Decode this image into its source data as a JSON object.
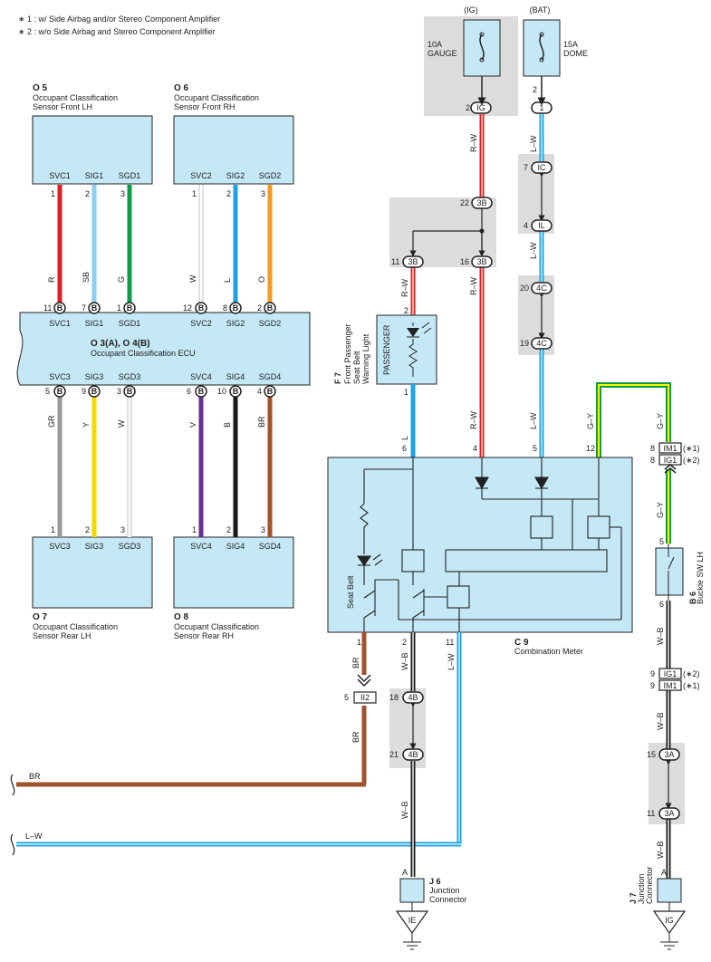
{
  "notes": [
    "∗ 1 : w/ Side Airbag and/or Stereo Component Amplifier",
    "∗ 2 : w/o Side Airbag and Stereo Component Amplifier"
  ],
  "fuses": {
    "ig": {
      "source": "(IG)",
      "amp": "10A",
      "name": "GAUGE",
      "pin": "2",
      "conn": "IG"
    },
    "bat": {
      "source": "(BAT)",
      "amp": "15A",
      "name": "DOME",
      "pin": "2",
      "conn": "1"
    }
  },
  "sensors": {
    "o5": {
      "code": "O 5",
      "name1": "Occupant Classification",
      "name2": "Sensor Front LH",
      "pins": [
        "SVC1",
        "SIG1",
        "SGD1"
      ],
      "nums": [
        "1",
        "2",
        "3"
      ],
      "wires": [
        "R",
        "SB",
        "G"
      ]
    },
    "o6": {
      "code": "O 6",
      "name1": "Occupant Classification",
      "name2": "Sensor Front RH",
      "pins": [
        "SVC2",
        "SIG2",
        "SGD2"
      ],
      "nums": [
        "1",
        "2",
        "3"
      ],
      "wires": [
        "W",
        "L",
        "O"
      ]
    },
    "o7": {
      "code": "O 7",
      "name1": "Occupant Classification",
      "name2": "Sensor Rear LH",
      "pins": [
        "SVC3",
        "SIG3",
        "SGD3"
      ],
      "nums": [
        "1",
        "2",
        "3"
      ],
      "wires": [
        "GR",
        "Y",
        "W"
      ]
    },
    "o8": {
      "code": "O 8",
      "name1": "Occupant Classification",
      "name2": "Sensor Rear RH",
      "pins": [
        "SVC4",
        "SIG4",
        "SGD4"
      ],
      "nums": [
        "1",
        "2",
        "3"
      ],
      "wires": [
        "V",
        "B",
        "BR"
      ]
    }
  },
  "ecu": {
    "code": "O 3(A), O 4(B)",
    "name": "Occupant Classification ECU",
    "top_pins": [
      "SVC1",
      "SIG1",
      "SGD1",
      "SVC2",
      "SIG2",
      "SGD2"
    ],
    "top_nums": [
      "11",
      "7",
      "1",
      "12",
      "8",
      "2"
    ],
    "bot_pins": [
      "SVC3",
      "SIG3",
      "SGD3",
      "SVC4",
      "SIG4",
      "SGD4"
    ],
    "bot_nums": [
      "5",
      "9",
      "3",
      "6",
      "10",
      "4"
    ],
    "conn": "B"
  },
  "conn_labels": {
    "c3b": "3B",
    "c4c": "4C",
    "cic": "IC",
    "cil": "IL",
    "c4b": "4B",
    "c3a": "3A",
    "ii2": "II2",
    "im1": "IM1",
    "ig1": "IG1",
    "ie": "IE",
    "ig": "IG"
  },
  "pins": {
    "p22": "22",
    "p11": "11",
    "p16": "16",
    "p7": "7",
    "p4": "4",
    "p20": "20",
    "p19": "19",
    "p2": "2",
    "p1": "1",
    "m6": "6",
    "m4": "4",
    "m5": "5",
    "m12": "12",
    "m1": "1",
    "m2": "2",
    "m11": "11",
    "p5": "5",
    "p18": "18",
    "p21": "21",
    "p8a": "8",
    "p8b": "8",
    "p5b": "5",
    "p6b": "6",
    "p9a": "9",
    "p9b": "9",
    "p15": "15",
    "p11b": "11",
    "pa1": "A",
    "pa2": "A"
  },
  "star1": "(∗1)",
  "star2": "(∗2)",
  "wires": {
    "rw": "R–W",
    "lw": "L–W",
    "gy": "G–Y",
    "wb": "W–B",
    "br": "BR",
    "l": "L"
  },
  "warning_light": {
    "code": "F 7",
    "label": "PASSENGER",
    "name1": "Front Passenger",
    "name2": "Seat Belt",
    "name3": "Warning Light"
  },
  "meter": {
    "code": "C 9",
    "name": "Combination Meter",
    "seatbelt": "Seat Belt"
  },
  "buckle": {
    "code": "B 6",
    "name": "Buckle SW LH"
  },
  "j6": {
    "code": "J 6",
    "name1": "Junction",
    "name2": "Connector"
  },
  "j7": {
    "code": "J 7",
    "name1": "Junction",
    "name2": "Connector"
  },
  "colors": {
    "red": "#e02020",
    "sky": "#8ccff0",
    "green": "#0f9b4a",
    "blue": "#1ea3e0",
    "orange": "#f59a24",
    "grey": "#999999",
    "yellow": "#f7d800",
    "purple": "#6a2c91",
    "black": "#1a1a1a",
    "brown": "#a0522d",
    "box": "#c5e8f7",
    "shade": "#dcdcdc"
  }
}
